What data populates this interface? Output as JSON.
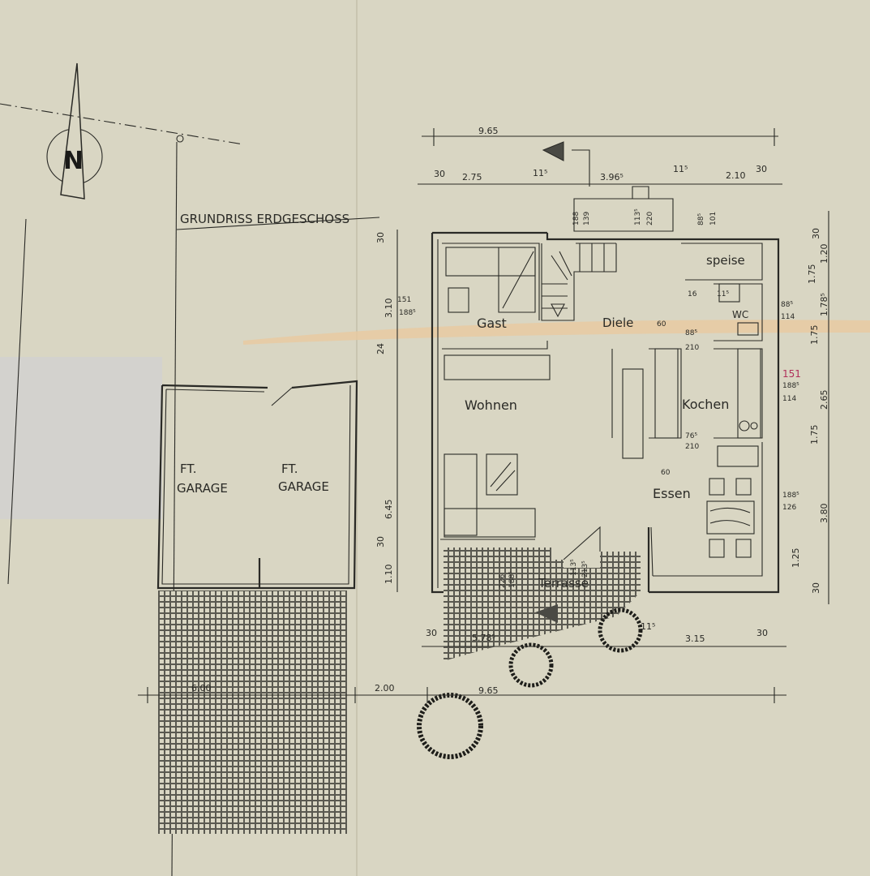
{
  "title": "GRUNDRISS ERDGESCHOSS",
  "north_label": "N",
  "rooms": {
    "gast": "Gast",
    "diele": "Diele",
    "speise": "speise",
    "wc": "WC",
    "wohnen": "Wohnen",
    "kochen": "Kochen",
    "essen": "Essen",
    "terrasse": "Terrasse",
    "garage_1_line1": "FT.",
    "garage_1_line2": "GARAGE",
    "garage_2_line1": "FT.",
    "garage_2_line2": "GARAGE"
  },
  "dimensions": {
    "top_total": "9.65",
    "top": [
      "30",
      "2.75",
      "11⁵",
      "3.96⁵",
      "11⁵",
      "2.10",
      "30"
    ],
    "bottom_house": [
      "30",
      "5.78⁵",
      "11⁵",
      "3.15",
      "30"
    ],
    "bottom_total": [
      "6.00",
      "2.00",
      "9.65"
    ],
    "left": [
      "30",
      "3.10",
      "24",
      "6.45",
      "30",
      "1.10"
    ],
    "right": [
      "30",
      "1.20",
      "1.75",
      "1.78⁵",
      "1.75",
      "2.65",
      "1.75",
      "3.80",
      "1.25",
      "30"
    ],
    "openings": [
      "188",
      "139",
      "113⁵",
      "220",
      "88⁵",
      "101",
      "16",
      "11⁵",
      "88⁵",
      "114",
      "151",
      "188⁵",
      "88⁵",
      "210",
      "60",
      "76⁵",
      "210",
      "60",
      "151",
      "188⁵",
      "114",
      "188⁵",
      "126",
      "113⁵",
      "213⁵",
      "226",
      "188⁵"
    ]
  },
  "colors": {
    "paper": "#d9d6c3",
    "ink": "#2a2a26",
    "annotation": "#b0305a",
    "highlight": "#e8c9a0"
  }
}
